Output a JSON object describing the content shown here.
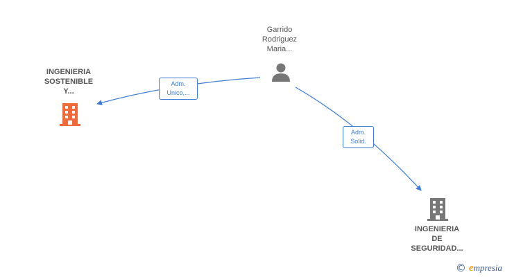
{
  "nodes": {
    "person": {
      "lines": [
        "Garrido",
        "Rodriguez",
        "Maria..."
      ],
      "icon": "person-icon"
    },
    "company_left": {
      "lines": [
        "INGENIERIA",
        "SOSTENIBLE",
        "Y..."
      ],
      "icon": "building-icon",
      "color": "#f26a3a"
    },
    "company_right": {
      "lines": [
        "INGENIERIA",
        "DE",
        "SEGURIDAD..."
      ],
      "icon": "building-icon",
      "color": "#777777"
    }
  },
  "edges": {
    "left": {
      "lines": [
        "Adm.",
        "Unico,..."
      ]
    },
    "right": {
      "lines": [
        "Adm.",
        "Solid."
      ]
    }
  },
  "colors": {
    "edge": "#3a7bd5",
    "text": "#555555"
  },
  "footer": {
    "copyright_symbol": "©",
    "brand_initial": "e",
    "brand_rest": "mpresia"
  }
}
